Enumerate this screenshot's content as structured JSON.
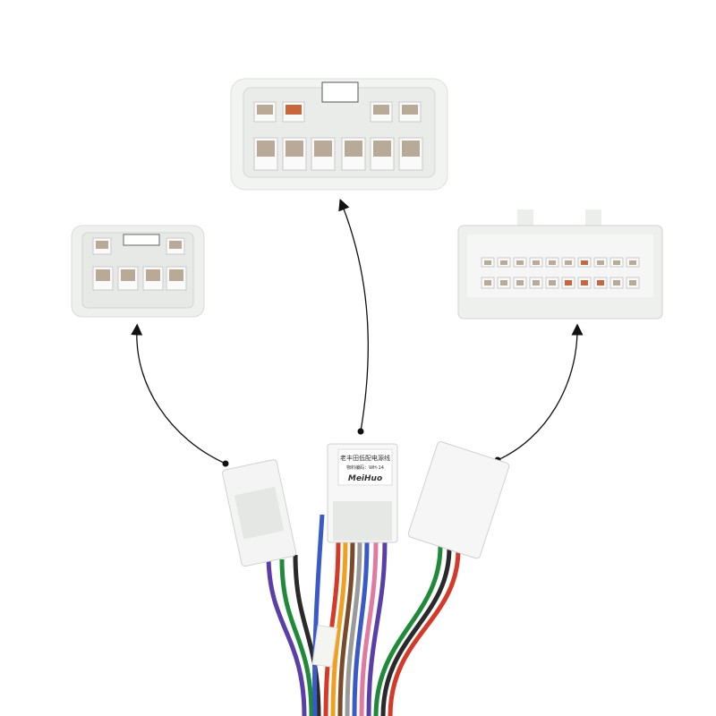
{
  "label": {
    "line1": "老丰田低配电源线",
    "line2": "物料编码：WH-14",
    "brand": "MeiHuo"
  },
  "colors": {
    "connector_body": "#eef0ee",
    "pin_metal": "#b8aa96",
    "pin_copper": "#c8673d",
    "arrow": "#111111",
    "wires": [
      "#5b3fa8",
      "#1f8a3a",
      "#2a2a2a",
      "#d43a2a",
      "#f0a020",
      "#7a4a2a",
      "#9a9a9a",
      "#3a5ac8",
      "#e07aa0"
    ]
  }
}
